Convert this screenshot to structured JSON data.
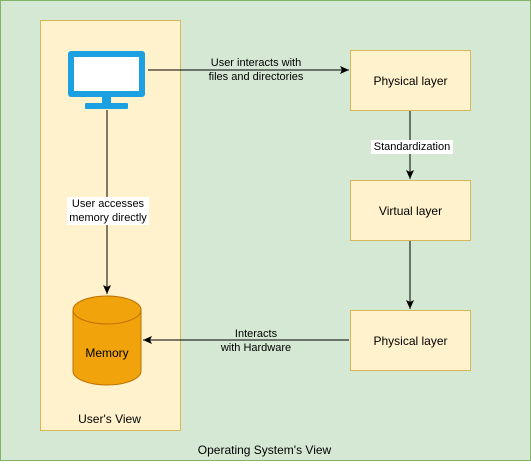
{
  "diagram": {
    "outer_label": "Operating System's View",
    "user_panel_label": "User's View",
    "memory_label": "Memory",
    "boxes": {
      "physical_top": "Physical layer",
      "virtual": "Virtual layer",
      "physical_bottom": "Physical layer"
    },
    "edges": {
      "monitor_to_physical": [
        "User interacts with",
        "files and directories"
      ],
      "monitor_to_memory": [
        "User accesses",
        "memory directly"
      ],
      "standardization": "Standardization",
      "hardware_to_memory": [
        "Interacts",
        "with Hardware"
      ]
    },
    "icons": {
      "monitor": "monitor-icon",
      "memory": "cylinder-database-icon"
    },
    "colors": {
      "outer_fill": "#d5e8d4",
      "outer_stroke": "#82b366",
      "panel_fill": "#fff2cc",
      "panel_stroke": "#d6b656",
      "monitor_fill": "#1ba1e2",
      "memory_fill": "#f0a30a",
      "memory_stroke": "#bd7000"
    }
  }
}
